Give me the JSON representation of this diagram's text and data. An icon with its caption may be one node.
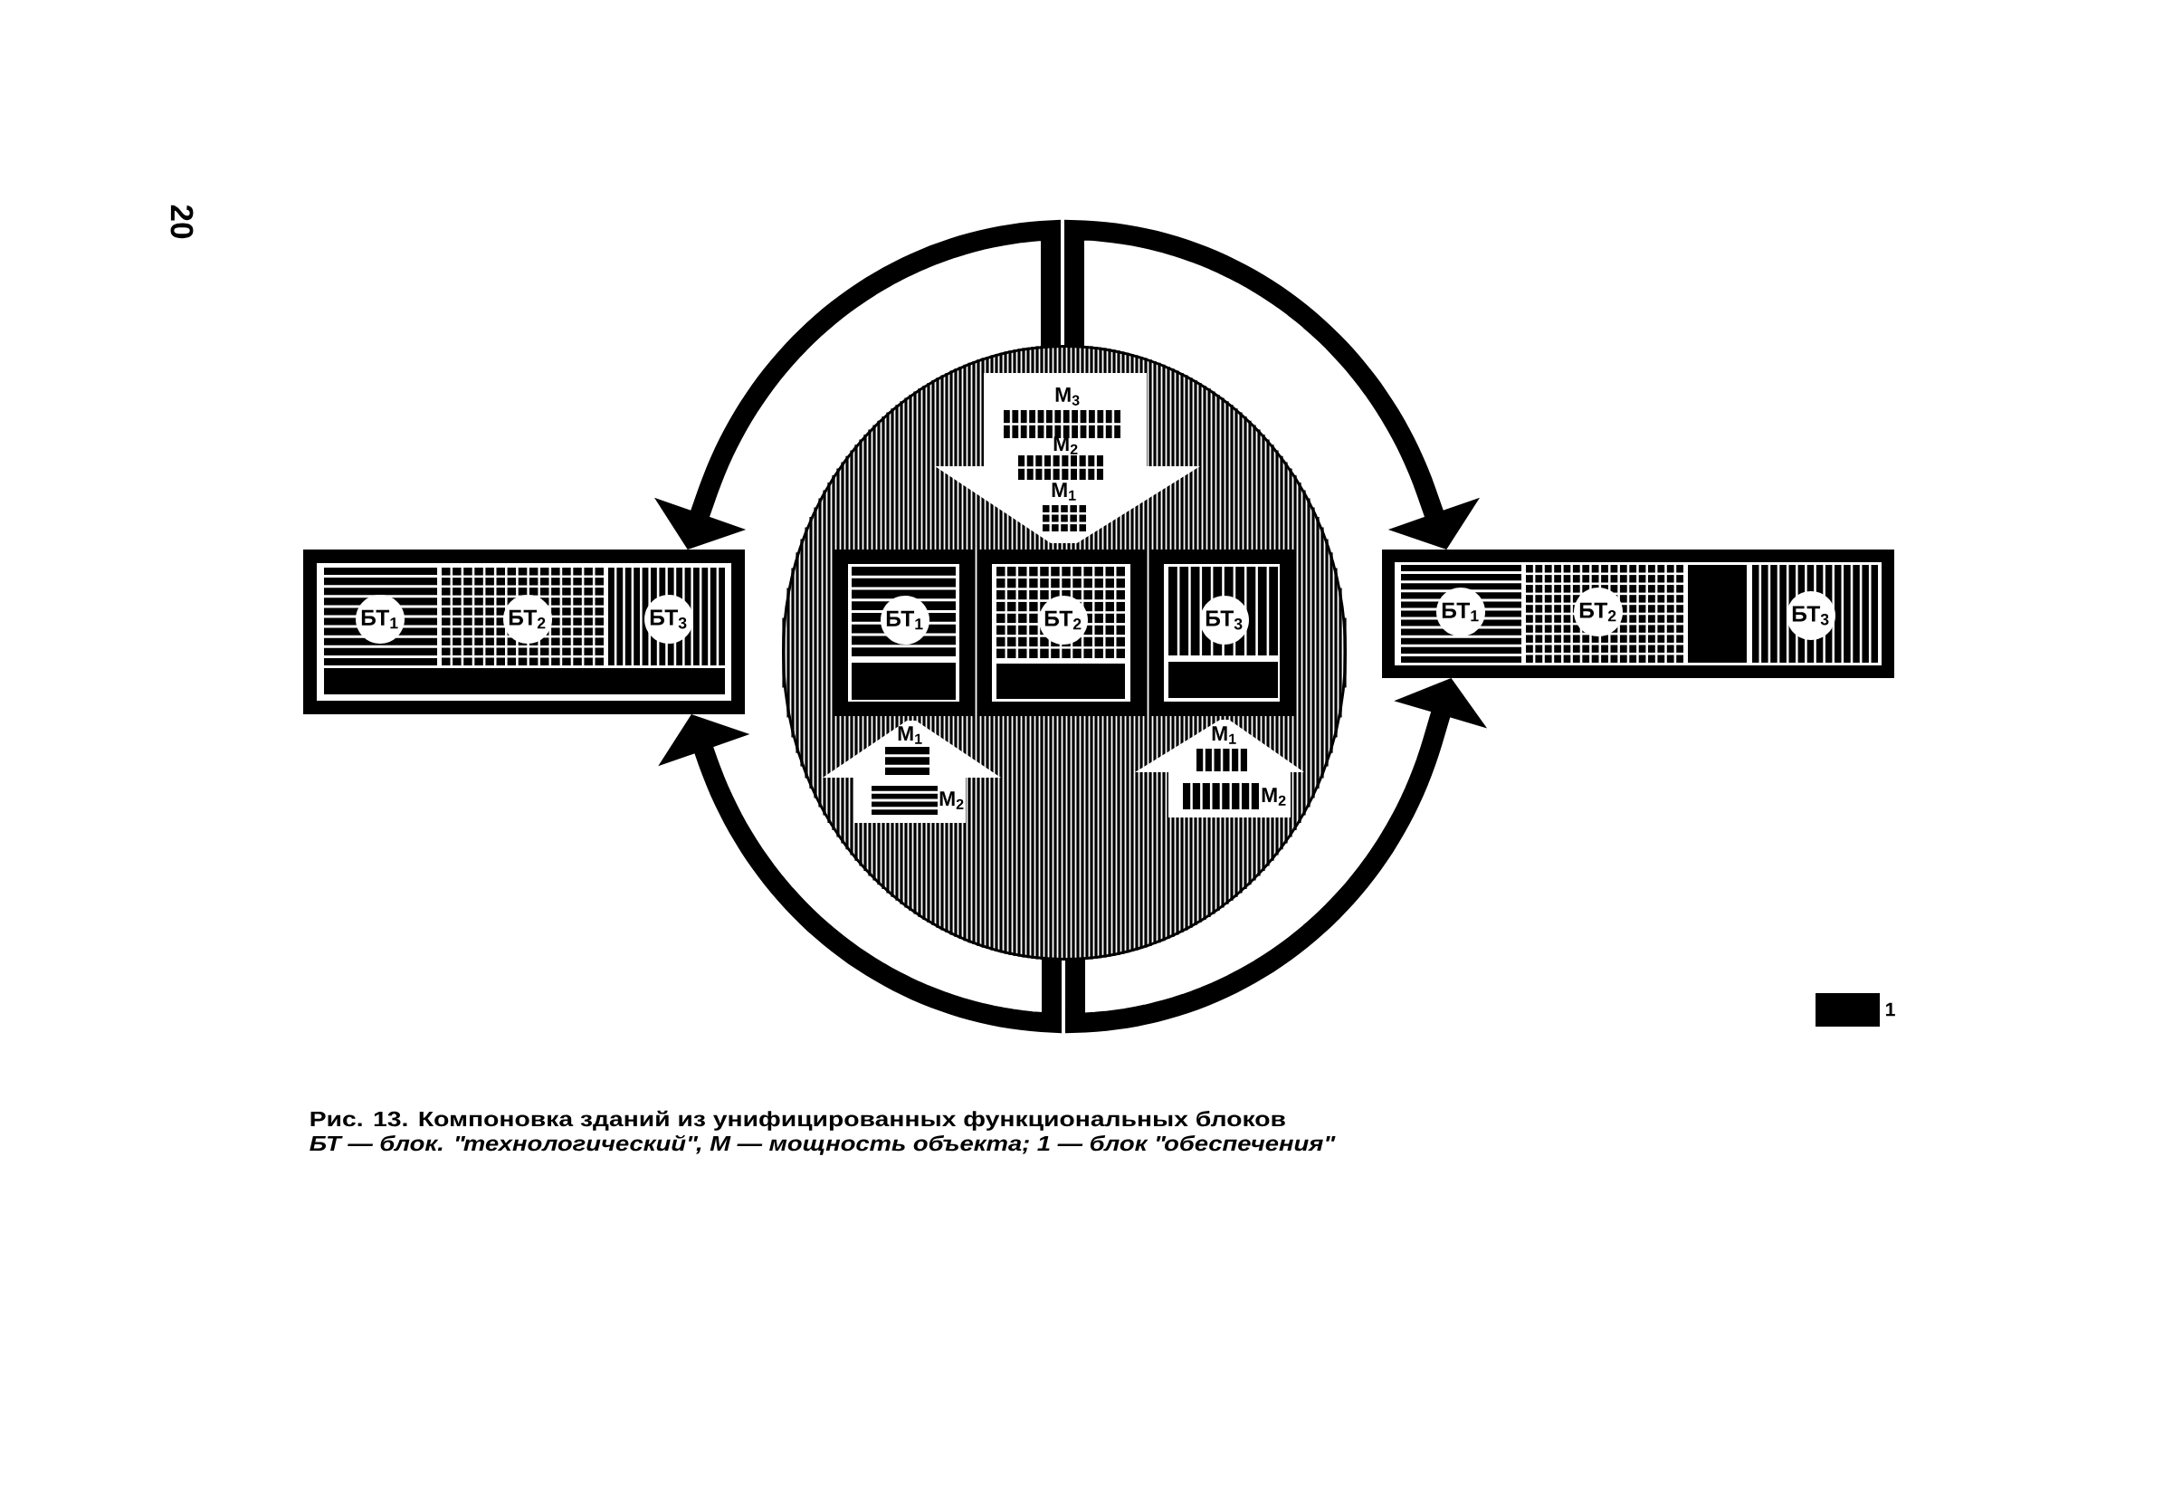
{
  "diagram": {
    "caption": "Рис. 13. Компоновка зданий из унифицированных функциональных блоков",
    "nodes": [
      {
        "text": [],
        "shape": "box"
      },
      {
        "text": [
          "БТ$_{1}$"
        ],
        "in": 0
      },
      {
        "text": [
          "БТ$_{2}$"
        ],
        "in": 0
      },
      {
        "text": [
          "БТ$_{3}$"
        ],
        "in": 0
      },
      {
        "text": [],
        "shape": "circle"
      },
      {
        "text": [
          "М$_{3}$",
          "М$_{2}$",
          "М$_{1}$"
        ],
        "in": 4
      },
      {
        "text": [
          "БТ$_{1}$"
        ],
        "in": 4
      },
      {
        "text": [
          "БТ$_{2}$"
        ],
        "in": 4
      },
      {
        "text": [
          "БТ$_{3}$"
        ],
        "in": 4
      },
      {
        "text": [
          "М$_{1}$",
          "М$_{2}$"
        ],
        "in": 4
      },
      {
        "text": [
          "М$_{1}$",
          "М$_{2}$"
        ],
        "in": 4
      },
      {
        "text": [],
        "shape": "box"
      },
      {
        "text": [
          "БТ$_{1}$"
        ],
        "in": 11
      },
      {
        "text": [
          "БТ$_{2}$"
        ],
        "in": 11
      },
      {
        "text": [
          "БТ$_{3}$"
        ],
        "in": 11
      }
    ],
    "edges": [
      {
        "from": 4,
        "to": 0,
        "arrow": "to"
      },
      {
        "from": 4,
        "to": 11,
        "arrow": "to"
      },
      {
        "from": 4,
        "to": 0,
        "arrow": "to"
      },
      {
        "from": 4,
        "to": 11,
        "arrow": "to"
      }
    ],
    "labels": [
      "20",
      "БТ — блок. \"технологический\", М — мощность объекта; 1 — блок \"обеспечения\""
    ],
    "legend": [
      {
        "text": "1",
        "color": "#000000"
      }
    ]
  }
}
